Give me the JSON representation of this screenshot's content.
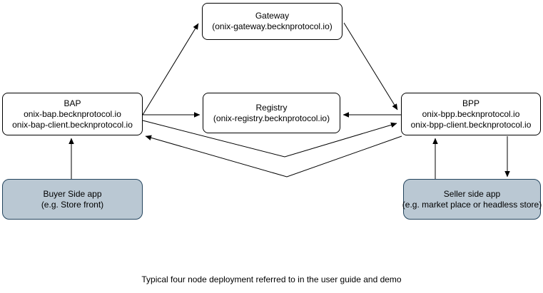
{
  "diagram": {
    "caption": "Typical four node deployment referred to in the user guide and demo",
    "nodes": {
      "gateway": {
        "line1": "Gateway",
        "line2": "(onix-gateway.becknprotocol.io)"
      },
      "registry": {
        "line1": "Registry",
        "line2": "(onix-registry.becknprotocol.io)"
      },
      "bap": {
        "line1": "BAP",
        "line2": "onix-bap.becknprotocol.io",
        "line3": "onix-bap-client.becknprotocol.io"
      },
      "bpp": {
        "line1": "BPP",
        "line2": "onix-bpp.becknprotocol.io",
        "line3": "onix-bpp-client.becknprotocol.io"
      },
      "buyer_app": {
        "line1": "Buyer Side app",
        "line2": "(e.g. Store front)"
      },
      "seller_app": {
        "line1": "Seller side app",
        "line2": "(e.g. market place or headless store)"
      }
    },
    "connections": [
      "BAP to Gateway",
      "Gateway to BPP",
      "BAP to Registry",
      "BPP to Registry",
      "BAP to BPP",
      "BPP to BAP",
      "Buyer Side app to BAP",
      "Seller side app to BPP",
      "BPP to Seller side app"
    ],
    "colors": {
      "node_fill": "#ffffff",
      "node_border": "#000000",
      "app_fill": "#bac8d3",
      "app_border": "#23445d",
      "arrow": "#000000",
      "background": "#ffffff"
    }
  }
}
